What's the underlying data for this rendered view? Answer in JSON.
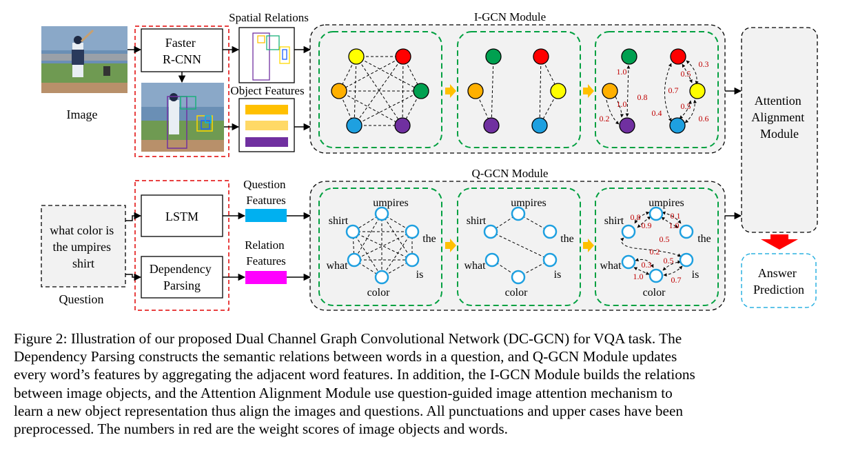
{
  "image_label": "Image",
  "question_label": "Question",
  "question_text": [
    "what color is",
    "the umpires",
    "shirt"
  ],
  "faster_rcnn": [
    "Faster",
    "R-CNN"
  ],
  "lstm": "LSTM",
  "dependency_parsing": [
    "Dependency",
    "Parsing"
  ],
  "spatial_relations": "Spatial Relations",
  "object_features": "Object Features",
  "question_features": [
    "Question",
    "Features"
  ],
  "relation_features": [
    "Relation",
    "Features"
  ],
  "igcn_title": "I-GCN Module",
  "qgcn_title": "Q-GCN Module",
  "attention_module": [
    "Attention",
    "Alignment",
    "Module"
  ],
  "answer_prediction": [
    "Answer",
    "Prediction"
  ],
  "words": {
    "umpires": "umpires",
    "shirt": "shirt",
    "the": "the",
    "what": "what",
    "is": "is",
    "color": "color"
  },
  "igcn_weights": [
    "1.0",
    "1.0",
    "0.8",
    "0.2",
    "0.3",
    "0.5",
    "0.7",
    "0.5",
    "0.4",
    "0.6"
  ],
  "qgcn_weights": [
    "0.8",
    "0.9",
    "0.1",
    "1.0",
    "0.5",
    "0.2",
    "0.3",
    "0.5",
    "1.0",
    "0.7"
  ],
  "node_colors": {
    "yellow": "#ffff00",
    "red": "#ff0000",
    "orange": "#ffb000",
    "green": "#00a050",
    "blue": "#1ea0e0",
    "purple": "#7030a0",
    "word_node": "#1ea0e0"
  },
  "feature_colors": {
    "object_bar_1": "#ffc000",
    "object_bar_2": "#ffd966",
    "object_bar_3": "#7030a0",
    "question_bar": "#00b0f0",
    "relation_bar": "#ff00ff"
  },
  "accent_colors": {
    "weight_text": "#c00000",
    "module_border_green": "#00a040",
    "extractor_border": "#e00000",
    "answer_border": "#2ab0e0",
    "arrow_orange": "#ffc000",
    "down_arrow": "#ff0000"
  },
  "caption": [
    "Figure 2: Illustration of our proposed Dual Channel Graph Convolutional Network (DC-GCN) for VQA task. The",
    "Dependency Parsing constructs the semantic relations between words in a question, and Q-GCN Module updates",
    "every word’s features by aggregating the adjacent word features. In addition, the I-GCN Module builds the relations",
    "between image objects, and the Attention Alignment Module use question-guided image attention mechanism to",
    "learn a new object representation thus align the images and questions. All punctuations and upper cases have been",
    "preprocessed. The numbers in red are the weight scores of image objects and words."
  ]
}
